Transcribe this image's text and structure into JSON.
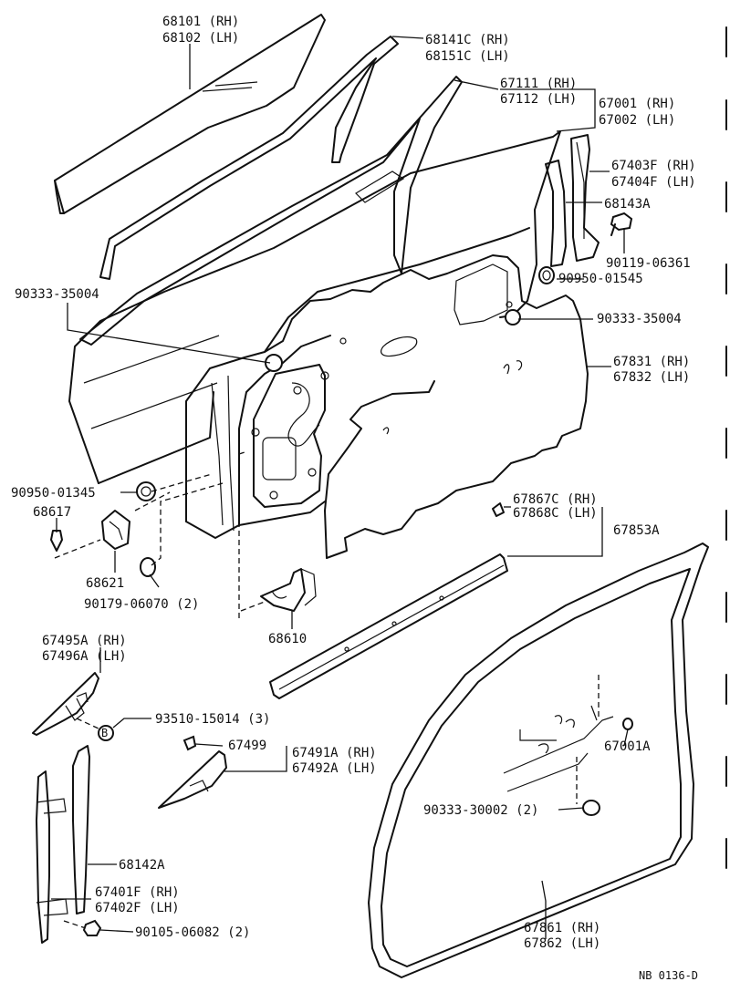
{
  "diagram": {
    "code": "NB 0136-D",
    "labels": {
      "glass": [
        "68101 (RH)",
        "68102 (LH)"
      ],
      "glass_run": [
        "68141C (RH)",
        "68151C (LH)"
      ],
      "frame": [
        "67111 (RH)",
        "67112 (LH)"
      ],
      "door_assy": [
        "67001 (RH)",
        "67002 (LH)"
      ],
      "trim_front": [
        "67403F (RH)",
        "67404F (LH)"
      ],
      "run_channel": "68143A",
      "bolt_1": "90119-06361",
      "grommet_1": "90950-01545",
      "screw_r": "90333-35004",
      "screw_l": "90333-35004",
      "service_hole_cover": [
        "67831 (RH)",
        "67832 (LH)"
      ],
      "clip_867": [
        "67867C (RH)",
        "67868C (LH)"
      ],
      "weatherstrip_belt": "67853A",
      "grommet_2": "90950-01345",
      "pin": "68617",
      "check_bracket": "68621",
      "nut_2": "90179-06070 (2)",
      "check_assy": "68610",
      "mirror_cover": [
        "67495A (RH)",
        "67496A (LH)"
      ],
      "clip_b": "93510-15014 (3)",
      "clip_499": "67499",
      "garnish": [
        "67491A (RH)",
        "67492A (LH)"
      ],
      "lower_run": "68142A",
      "trim_rear": [
        "67401F (RH)",
        "67402F (LH)"
      ],
      "bolt_2": "90105-06082 (2)",
      "plug_a": "67001A",
      "screw_bottom": "90333-30002 (2)",
      "weatherstrip_door": [
        "67861 (RH)",
        "67862 (LH)"
      ],
      "b_marker": "B"
    }
  }
}
